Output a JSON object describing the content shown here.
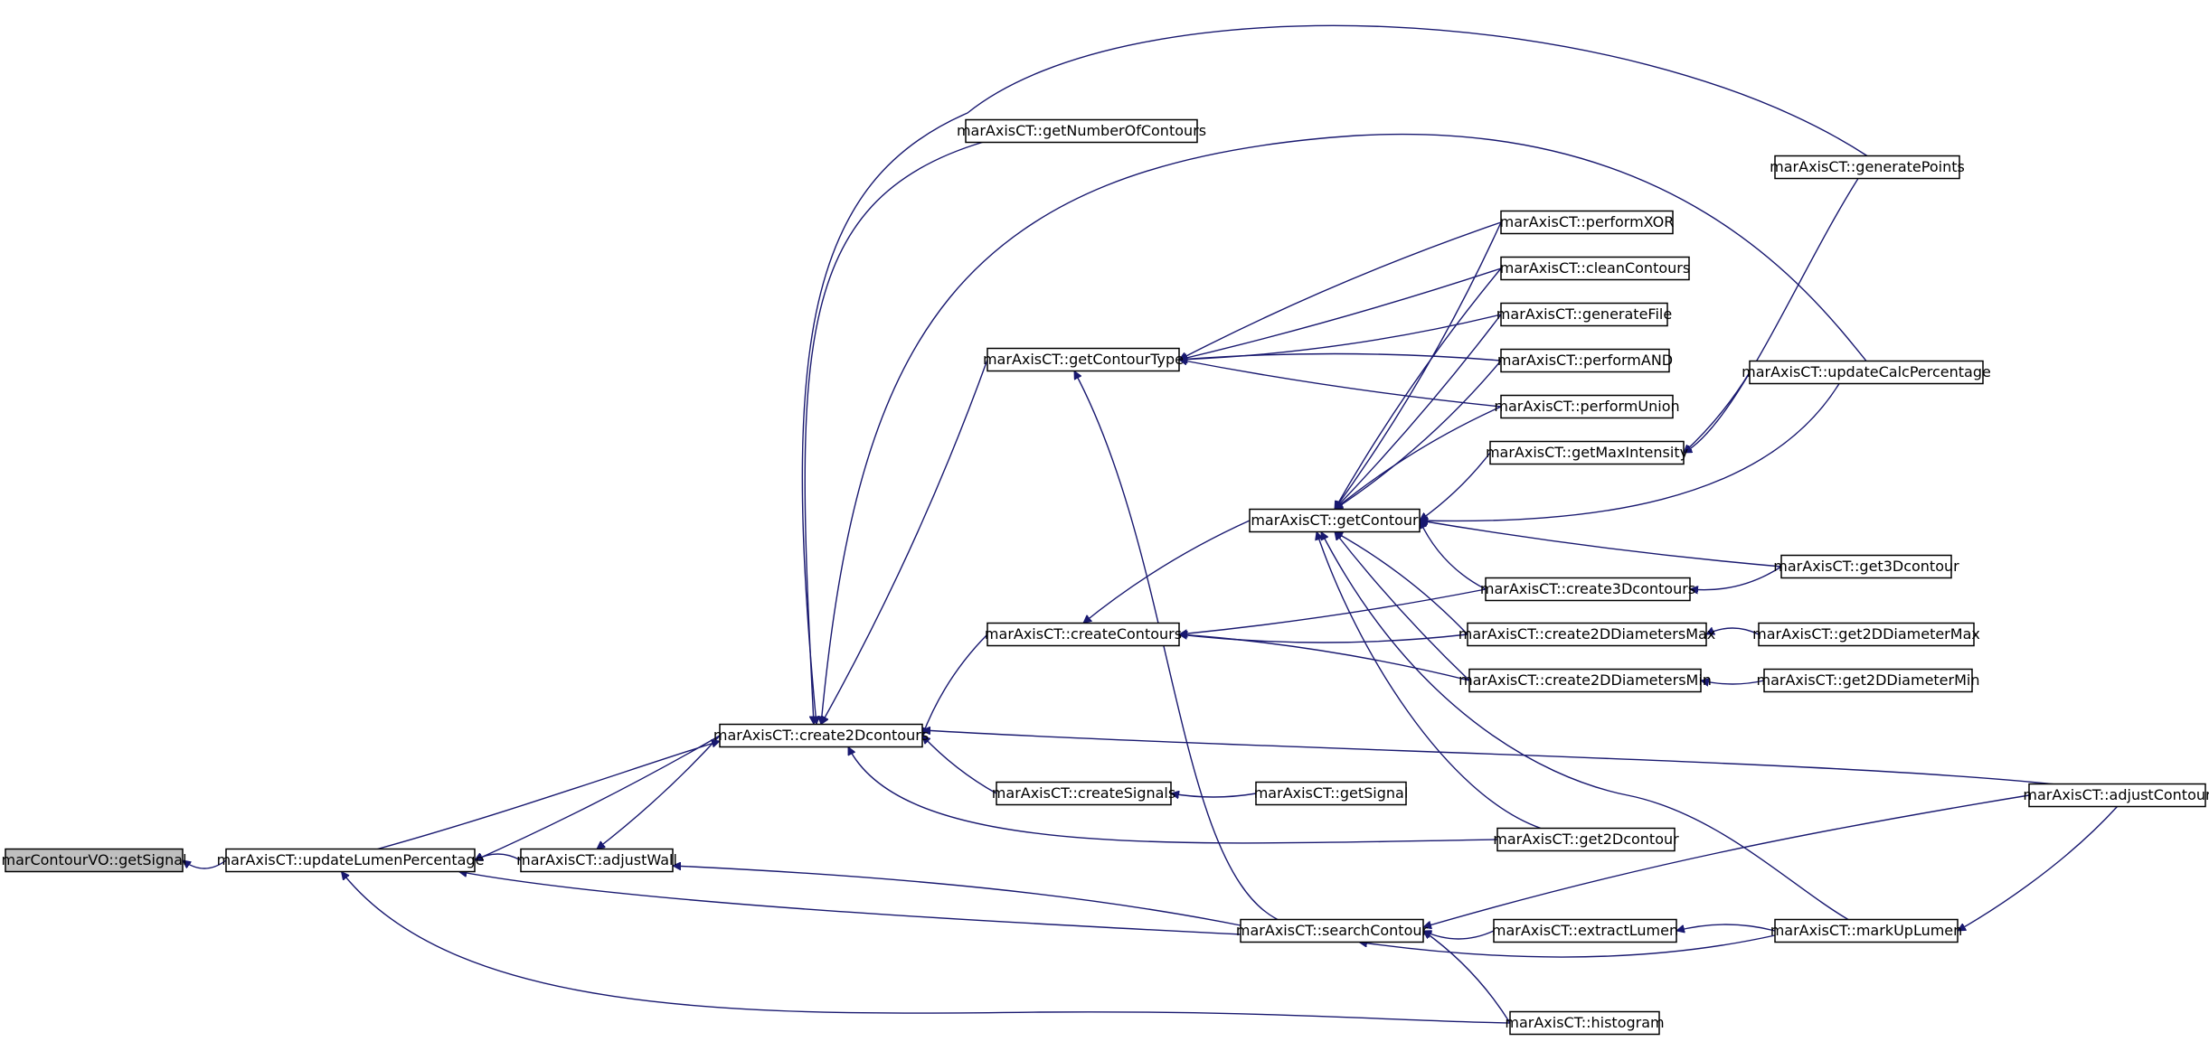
{
  "colors": {
    "edge": "#191970",
    "root_fill": "#bfbfbf",
    "node_fill": "#ffffff",
    "border": "#000000"
  },
  "nodes": [
    {
      "id": "getSignalVO",
      "label": "marContourVO::getSignal",
      "root": true
    },
    {
      "id": "updateLumen",
      "label": "marAxisCT::updateLumenPercentage"
    },
    {
      "id": "adjustWall",
      "label": "marAxisCT::adjustWall"
    },
    {
      "id": "create2D",
      "label": "marAxisCT::create2Dcontours"
    },
    {
      "id": "getNumber",
      "label": "marAxisCT::getNumberOfContours"
    },
    {
      "id": "getType",
      "label": "marAxisCT::getContourType"
    },
    {
      "id": "createContours",
      "label": "marAxisCT::createContours"
    },
    {
      "id": "createSignals",
      "label": "marAxisCT::createSignals"
    },
    {
      "id": "getSignal",
      "label": "marAxisCT::getSignal"
    },
    {
      "id": "getContour",
      "label": "marAxisCT::getContour"
    },
    {
      "id": "searchContour",
      "label": "marAxisCT::searchContour"
    },
    {
      "id": "performXOR",
      "label": "marAxisCT::performXOR"
    },
    {
      "id": "cleanContours",
      "label": "marAxisCT::cleanContours"
    },
    {
      "id": "generateFile",
      "label": "marAxisCT::generateFile"
    },
    {
      "id": "performAND",
      "label": "marAxisCT::performAND"
    },
    {
      "id": "performUnion",
      "label": "marAxisCT::performUnion"
    },
    {
      "id": "getMaxIntensity",
      "label": "marAxisCT::getMaxIntensity"
    },
    {
      "id": "create3D",
      "label": "marAxisCT::create3Dcontours"
    },
    {
      "id": "create2DMax",
      "label": "marAxisCT::create2DDiametersMax"
    },
    {
      "id": "create2DMin",
      "label": "marAxisCT::create2DDiametersMin"
    },
    {
      "id": "get2Dcontour",
      "label": "marAxisCT::get2Dcontour"
    },
    {
      "id": "extractLumen",
      "label": "marAxisCT::extractLumen"
    },
    {
      "id": "histogram",
      "label": "marAxisCT::histogram"
    },
    {
      "id": "generatePoints",
      "label": "marAxisCT::generatePoints"
    },
    {
      "id": "updateCalc",
      "label": "marAxisCT::updateCalcPercentage"
    },
    {
      "id": "get3Dcontour",
      "label": "marAxisCT::get3Dcontour"
    },
    {
      "id": "get2DMax",
      "label": "marAxisCT::get2DDiameterMax"
    },
    {
      "id": "get2DMin",
      "label": "marAxisCT::get2DDiameterMin"
    },
    {
      "id": "adjustContour",
      "label": "marAxisCT::adjustContour"
    },
    {
      "id": "markUpLumen",
      "label": "marAxisCT::markUpLumen"
    }
  ],
  "edges": [
    {
      "from": "getSignalVO",
      "to": "updateLumen"
    },
    {
      "from": "updateLumen",
      "to": "adjustWall"
    },
    {
      "from": "updateLumen",
      "to": "create2D"
    },
    {
      "from": "updateLumen",
      "to": "searchContour"
    },
    {
      "from": "updateLumen",
      "to": "histogram"
    },
    {
      "from": "adjustWall",
      "to": "create2D"
    },
    {
      "from": "adjustWall",
      "to": "searchContour"
    },
    {
      "from": "create2D",
      "to": "updateLumen"
    },
    {
      "from": "create2D",
      "to": "getNumber"
    },
    {
      "from": "create2D",
      "to": "getType"
    },
    {
      "from": "create2D",
      "to": "createContours"
    },
    {
      "from": "create2D",
      "to": "createSignals"
    },
    {
      "from": "create2D",
      "to": "get2Dcontour"
    },
    {
      "from": "create2D",
      "to": "generatePoints"
    },
    {
      "from": "create2D",
      "to": "updateCalc"
    },
    {
      "from": "create2D",
      "to": "adjustContour"
    },
    {
      "from": "getType",
      "to": "performXOR"
    },
    {
      "from": "getType",
      "to": "cleanContours"
    },
    {
      "from": "getType",
      "to": "generateFile"
    },
    {
      "from": "getType",
      "to": "performAND"
    },
    {
      "from": "getType",
      "to": "performUnion"
    },
    {
      "from": "getType",
      "to": "searchContour"
    },
    {
      "from": "createContours",
      "to": "getContour"
    },
    {
      "from": "createContours",
      "to": "create3D"
    },
    {
      "from": "createContours",
      "to": "create2DMax"
    },
    {
      "from": "createContours",
      "to": "create2DMin"
    },
    {
      "from": "createSignals",
      "to": "getSignal"
    },
    {
      "from": "getContour",
      "to": "performXOR"
    },
    {
      "from": "getContour",
      "to": "cleanContours"
    },
    {
      "from": "getContour",
      "to": "generateFile"
    },
    {
      "from": "getContour",
      "to": "performAND"
    },
    {
      "from": "getContour",
      "to": "performUnion"
    },
    {
      "from": "getContour",
      "to": "getMaxIntensity"
    },
    {
      "from": "getContour",
      "to": "create3D"
    },
    {
      "from": "getContour",
      "to": "create2DMax"
    },
    {
      "from": "getContour",
      "to": "create2DMin"
    },
    {
      "from": "getContour",
      "to": "get2Dcontour"
    },
    {
      "from": "getContour",
      "to": "updateCalc"
    },
    {
      "from": "getContour",
      "to": "get3Dcontour"
    },
    {
      "from": "getContour",
      "to": "markUpLumen"
    },
    {
      "from": "getMaxIntensity",
      "to": "generatePoints"
    },
    {
      "from": "getMaxIntensity",
      "to": "updateCalc"
    },
    {
      "from": "create3D",
      "to": "get3Dcontour"
    },
    {
      "from": "create2DMax",
      "to": "get2DMax"
    },
    {
      "from": "create2DMin",
      "to": "get2DMin"
    },
    {
      "from": "searchContour",
      "to": "extractLumen"
    },
    {
      "from": "searchContour",
      "to": "histogram"
    },
    {
      "from": "searchContour",
      "to": "adjustContour"
    },
    {
      "from": "searchContour",
      "to": "markUpLumen"
    },
    {
      "from": "extractLumen",
      "to": "markUpLumen"
    },
    {
      "from": "markUpLumen",
      "to": "adjustContour"
    }
  ]
}
